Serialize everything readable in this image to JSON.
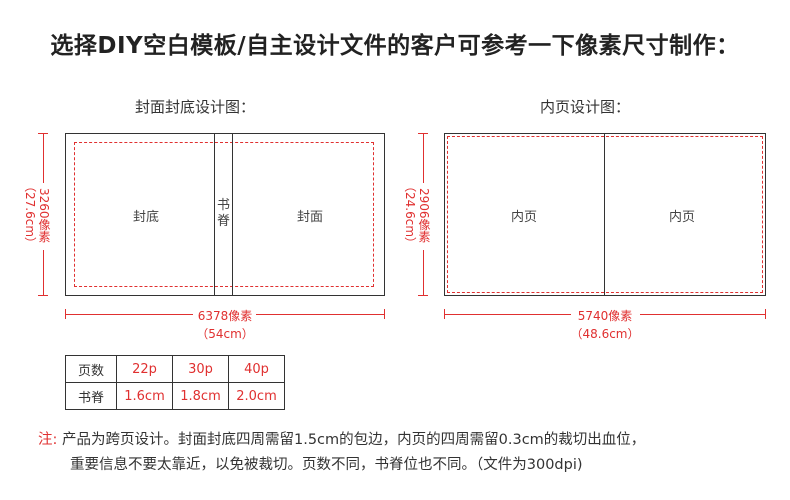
{
  "title": "选择DIY空白模板/自主设计文件的客户可参考一下像素尺寸制作：",
  "cover": {
    "heading": "封面封底设计图：",
    "back_label": "封底",
    "spine_label": "书脊",
    "front_label": "封面",
    "height_px": "3260像素",
    "height_cm": "（27.6cm）",
    "width_px": "6378像素",
    "width_cm": "（54cm）"
  },
  "inner": {
    "heading": "内页设计图：",
    "left_label": "内页",
    "right_label": "内页",
    "height_px": "2906像素",
    "height_cm": "（24.6cm）",
    "width_px": "5740像素",
    "width_cm": "（48.6cm）"
  },
  "spec_table": {
    "row_pages": {
      "header": "页数",
      "values": [
        "22p",
        "30p",
        "40p"
      ]
    },
    "row_spine": {
      "header": "书脊",
      "values": [
        "1.6cm",
        "1.8cm",
        "2.0cm"
      ]
    }
  },
  "note": {
    "prefix": "注:",
    "line1": "产品为跨页设计。封面封底四周需留1.5cm的包边，内页的四周需留0.3cm的裁切出血位，",
    "line2": "重要信息不要太靠近，以免被裁切。页数不同，书脊位也不同。（文件为300dpi)"
  },
  "colors": {
    "accent_red": "#e03030",
    "line": "#333333"
  }
}
